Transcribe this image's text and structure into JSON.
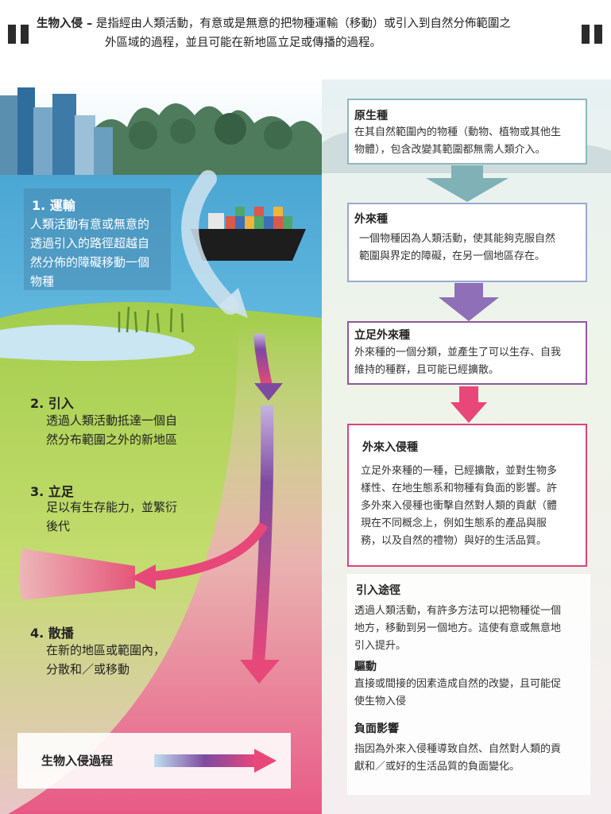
{
  "header": {
    "term": "生物入侵 –",
    "definition_line1": "是指經由人類活動，有意或是無意的把物種運輸（移動）或引入到自然分佈範圍之",
    "definition_line2": "外區域的過程，並且可能在新地區立足或傳播的過程。"
  },
  "stages": [
    {
      "title": "1. 運輸",
      "lines": [
        "人類活動有意或無意的",
        "透過引入的路徑超越自",
        "然分佈的障礙移動一個",
        "物種"
      ]
    },
    {
      "title": "2. 引入",
      "lines": [
        "透過人類活動抵達一個自",
        "然分布範圍之外的新地區"
      ]
    },
    {
      "title": "3. 立足",
      "lines": [
        "足以有生存能力，並繁衍",
        "後代"
      ]
    },
    {
      "title": "4. 散播",
      "lines": [
        "在新的地區或範圍內，",
        "分散和／或移動"
      ]
    }
  ],
  "process_label": "生物入侵過程",
  "cards": [
    {
      "title": "原生種",
      "lines": [
        "在其自然範圍內的物種（動物、植物或其他生",
        "物體），包含改變其範圍都無需人類介入。"
      ],
      "border": "#8fb7bd"
    },
    {
      "title": "外來種",
      "lines": [
        "一個物種因為人類活動，使其能夠克服自然",
        "範圍與界定的障礙，在另一個地區存在。"
      ],
      "border": "#9aa8d0"
    },
    {
      "title": "立足外來種",
      "lines": [
        "外來種的一個分類，並產生了可以生存、自我",
        "維持的種群，且可能已經擴散。"
      ],
      "border": "#8e5a9c"
    },
    {
      "title": "外來入侵種",
      "lines": [
        "立足外來種的一種，已經擴散，並對生物多",
        "樣性、在地生態系和物種有負面的影響。許",
        "多外來入侵種也衝擊自然對人類的貢獻（體",
        "現在不同概念上，例如生態系的產品與服",
        "務，以及自然的禮物）與好的生活品質。"
      ],
      "border": "#d5467a"
    }
  ],
  "glossary": [
    {
      "title": "引入途徑",
      "lines": [
        "透過人類活動，有許多方法可以把物種從一個",
        "地方，移動到另一個地方。這使有意或無意地",
        "引入提升。"
      ]
    },
    {
      "title": "驅動",
      "lines": [
        "直接或間接的因素造成自然的改變，且可能促",
        "使生物入侵"
      ]
    },
    {
      "title": "負面影響",
      "lines": [
        "指因為外來入侵種導致自然、自然對人類的貢",
        "獻和／或好的生活品質的負面變化。"
      ]
    }
  ],
  "colors": {
    "sea": "#4aa6d3",
    "grass": "#a9cf52",
    "invasion_pink": "#e8477a",
    "purple": "#7e4aa0",
    "native_teal": "#7fb1b6"
  },
  "icons": [
    "quote-open-icon",
    "quote-close-icon",
    "city-skyline-icon",
    "forest-icon",
    "cargo-ship-icon",
    "reeds-icon"
  ]
}
